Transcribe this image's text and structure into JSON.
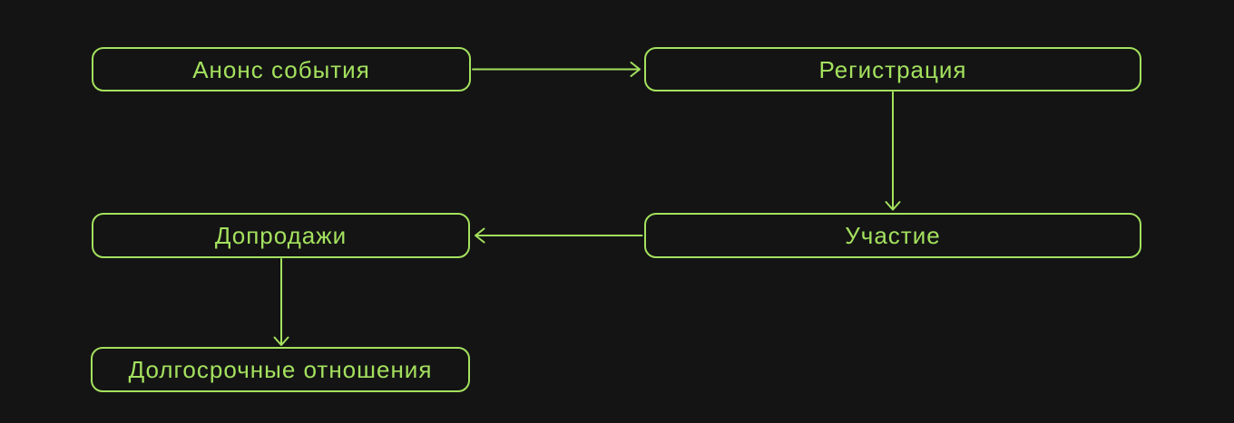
{
  "theme": {
    "accent_color": "#a4e15e",
    "background_color": "#141414"
  },
  "diagram": {
    "type": "flowchart",
    "nodes": [
      {
        "id": "announce",
        "label": "Анонс события"
      },
      {
        "id": "registration",
        "label": "Регистрация"
      },
      {
        "id": "upsell",
        "label": "Допродажи"
      },
      {
        "id": "participation",
        "label": "Участие"
      },
      {
        "id": "longterm",
        "label": "Долгосрочные отношения"
      }
    ],
    "edges": [
      {
        "from": "announce",
        "to": "registration",
        "direction": "right"
      },
      {
        "from": "registration",
        "to": "participation",
        "direction": "down"
      },
      {
        "from": "participation",
        "to": "upsell",
        "direction": "left"
      },
      {
        "from": "upsell",
        "to": "longterm",
        "direction": "down"
      }
    ]
  }
}
